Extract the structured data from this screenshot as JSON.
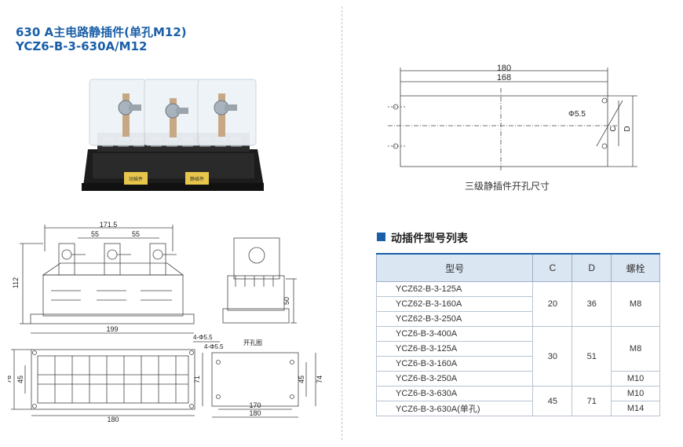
{
  "header": {
    "title_line1": "630 A主电路静插件(单孔M12)",
    "title_line2": "YCZ6-B-3-630A/M12"
  },
  "product_photo": {
    "label_left": "动插件",
    "label_right": "静插件"
  },
  "front_drawing": {
    "dim_top": "171.5",
    "dim_pitch_a": "55",
    "dim_pitch_b": "55",
    "dim_height": "112",
    "dim_width": "199"
  },
  "side_drawing": {
    "dim_height": "50"
  },
  "plan_drawing": {
    "hole_label_a": "4-Φ5.5",
    "hole_label_b": "4-Φ5.5",
    "cutout_label": "开孔图",
    "dim_outer_h": "76",
    "dim_inner_h": "45",
    "dim_right_h": "71",
    "dim_bottom": "180",
    "cut_dim_170": "170",
    "cut_dim_180": "180",
    "cut_dim_45": "45",
    "cut_dim_74": "74"
  },
  "hole_drawing": {
    "dim_180": "180",
    "dim_168": "168",
    "hole_dia": "Φ5.5",
    "dim_c": "C",
    "dim_d": "D",
    "caption": "三级静插件开孔尺寸"
  },
  "spec_table": {
    "section_title": "动插件型号列表",
    "headers": [
      "型号",
      "C",
      "D",
      "螺栓"
    ],
    "models": [
      "YCZ62-B-3-125A",
      "YCZ62-B-3-160A",
      "YCZ62-B-3-250A",
      "YCZ6-B-3-400A",
      "YCZ6-B-3-125A",
      "YCZ6-B-3-160A",
      "YCZ6-B-3-250A",
      "YCZ6-B-3-630A",
      "YCZ6-B-3-630A(单孔)"
    ],
    "group1": {
      "c": "20",
      "d": "36",
      "bolt": "M8"
    },
    "group2": {
      "c": "30",
      "d": "51",
      "bolt_a": "M8",
      "bolt_b": "M10"
    },
    "group3": {
      "c": "45",
      "d": "71",
      "bolt_a": "M10",
      "bolt_b": "M14"
    }
  },
  "colors": {
    "accent": "#1a5fa8",
    "table_header_bg": "#dbe6f3"
  }
}
